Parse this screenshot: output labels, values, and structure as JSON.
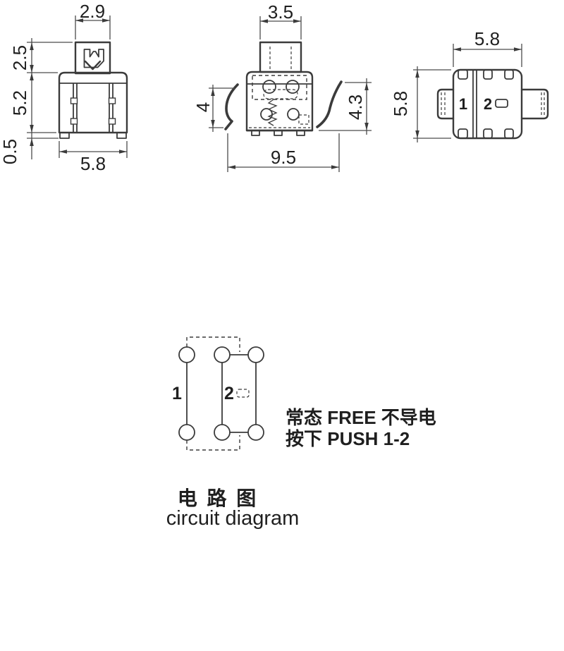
{
  "page": {
    "background": "#ffffff",
    "line_color": "#3b3b3b",
    "dim_line_color": "#4c4c4c",
    "text_color": "#1f1f1f"
  },
  "front_view": {
    "dim_top": "2.9",
    "dim_left_upper": "2.5",
    "dim_left_mid": "5.2",
    "dim_left_lower": "0.5",
    "dim_bottom": "5.8"
  },
  "side_view": {
    "dim_top": "3.5",
    "dim_left": "4",
    "dim_right": "4.3",
    "dim_bottom": "9.5"
  },
  "top_view": {
    "dim_width": "5.8",
    "dim_height": "5.8",
    "pin1": "1",
    "pin2": "2"
  },
  "circuit": {
    "pin1": "1",
    "pin2": "2",
    "state_free": "常态 FREE 不导电",
    "state_push": "按下 PUSH 1-2",
    "caption_zh": "电 路 图",
    "caption_en": "circuit diagram"
  }
}
